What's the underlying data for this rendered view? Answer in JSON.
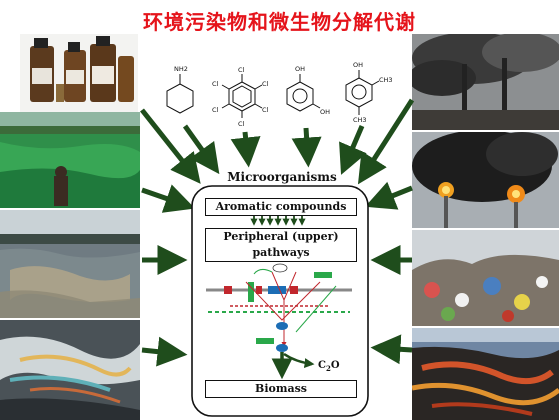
{
  "title": "环境污染物和微生物分解代谢",
  "chemicals": [
    {
      "name": "cyclohexylamine",
      "labels": [
        "NH2"
      ]
    },
    {
      "name": "hexachlorobenzene",
      "labels": [
        "Cl",
        "Cl",
        "Cl",
        "Cl",
        "Cl",
        "Cl"
      ]
    },
    {
      "name": "resorcinol",
      "labels": [
        "OH",
        "OH"
      ]
    },
    {
      "name": "xylenol",
      "labels": [
        "OH",
        "CH3",
        "CH3"
      ]
    }
  ],
  "photos": {
    "left": [
      "chemical-bottles-photo",
      "algae-bloom-lake-photo",
      "polluted-foam-water-photo",
      "oil-slick-water-photo"
    ],
    "right": [
      "smoke-smokestacks-photo",
      "burning-flare-smoke-photo",
      "garbage-dump-photo",
      "oil-contaminated-shore-photo"
    ]
  },
  "diagram": {
    "microorganisms": "Microorganisms",
    "aromatic": "Aromatic compounds",
    "peripheral": "Peripheral (upper) pathways",
    "biomass": "Biomass",
    "c2o_base": "C",
    "c2o_sub": "2",
    "c2o_tail": "O"
  },
  "colors": {
    "title": "#e5141b",
    "arrow": "#1f4d1c",
    "pathway_red": "#c1272d",
    "pathway_green": "#2aa84a",
    "pathway_blue": "#1c6db5"
  }
}
